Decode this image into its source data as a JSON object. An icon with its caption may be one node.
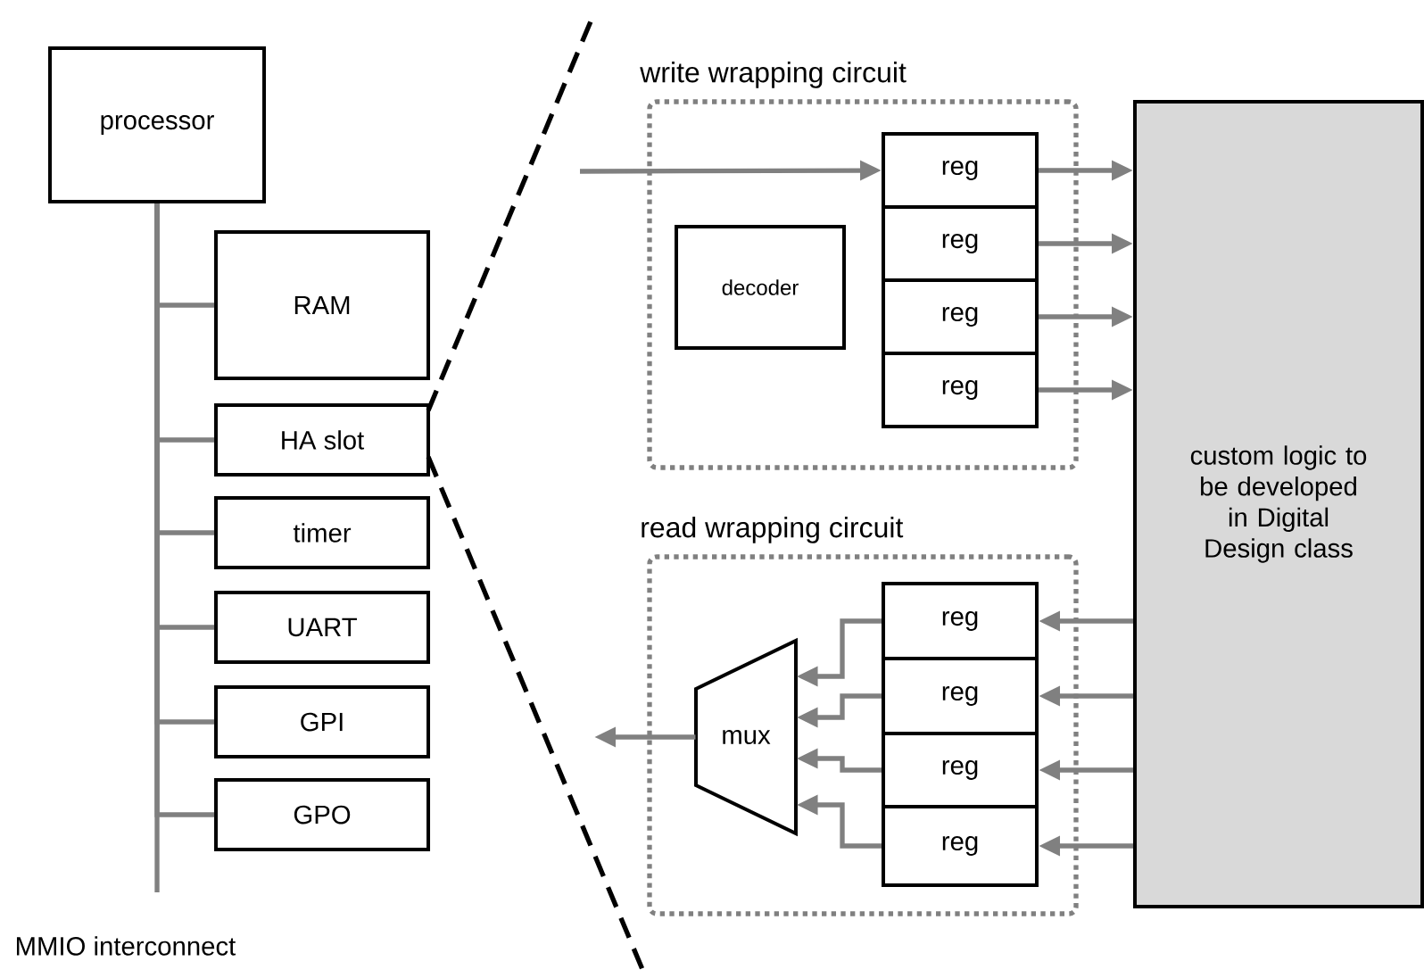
{
  "diagram": {
    "nodes": [
      {
        "text": [
          "processor"
        ]
      },
      {
        "text": [
          "RAM"
        ]
      },
      {
        "text": [
          "HA slot"
        ]
      },
      {
        "text": [
          "timer"
        ]
      },
      {
        "text": [
          "UART"
        ]
      },
      {
        "text": [
          "GPI"
        ]
      },
      {
        "text": [
          "GPO"
        ]
      },
      {
        "text": [
          "write wrapping circuit"
        ]
      },
      {
        "text": [
          "decoder"
        ],
        "in": 7
      },
      {
        "text": [
          "reg"
        ],
        "in": 7
      },
      {
        "text": [
          "reg"
        ],
        "in": 7
      },
      {
        "text": [
          "reg"
        ],
        "in": 7
      },
      {
        "text": [
          "reg"
        ],
        "in": 7
      },
      {
        "text": [
          "custom logic to be developed in Digital Design class"
        ]
      },
      {
        "text": [
          "read wrapping circuit"
        ]
      },
      {
        "text": [
          "mux"
        ],
        "in": 14
      },
      {
        "text": [
          "reg"
        ],
        "in": 14
      },
      {
        "text": [
          "reg"
        ],
        "in": 14
      },
      {
        "text": [
          "reg"
        ],
        "in": 14
      },
      {
        "text": [
          "reg"
        ],
        "in": 14
      }
    ],
    "edges": [
      {
        "from": 0,
        "to": 1,
        "arrow": "none"
      },
      {
        "from": 0,
        "to": 2,
        "arrow": "none"
      },
      {
        "from": 0,
        "to": 3,
        "arrow": "none"
      },
      {
        "from": 0,
        "to": 4,
        "arrow": "none"
      },
      {
        "from": 0,
        "to": 5,
        "arrow": "none"
      },
      {
        "from": 0,
        "to": 6,
        "arrow": "none"
      },
      {
        "from": null,
        "to": 9,
        "arrow": "to"
      },
      {
        "from": 9,
        "to": 13,
        "arrow": "to"
      },
      {
        "from": 10,
        "to": 13,
        "arrow": "to"
      },
      {
        "from": 11,
        "to": 13,
        "arrow": "to"
      },
      {
        "from": 12,
        "to": 13,
        "arrow": "to"
      },
      {
        "from": 13,
        "to": 16,
        "arrow": "to"
      },
      {
        "from": 13,
        "to": 17,
        "arrow": "to"
      },
      {
        "from": 13,
        "to": 18,
        "arrow": "to"
      },
      {
        "from": 13,
        "to": 19,
        "arrow": "to"
      },
      {
        "from": 16,
        "to": 15,
        "arrow": "to"
      },
      {
        "from": 17,
        "to": 15,
        "arrow": "to"
      },
      {
        "from": 18,
        "to": 15,
        "arrow": "to"
      },
      {
        "from": 19,
        "to": 15,
        "arrow": "to"
      },
      {
        "from": 15,
        "to": null,
        "arrow": "to"
      }
    ],
    "labels": [
      "MMIO interconnect"
    ]
  }
}
